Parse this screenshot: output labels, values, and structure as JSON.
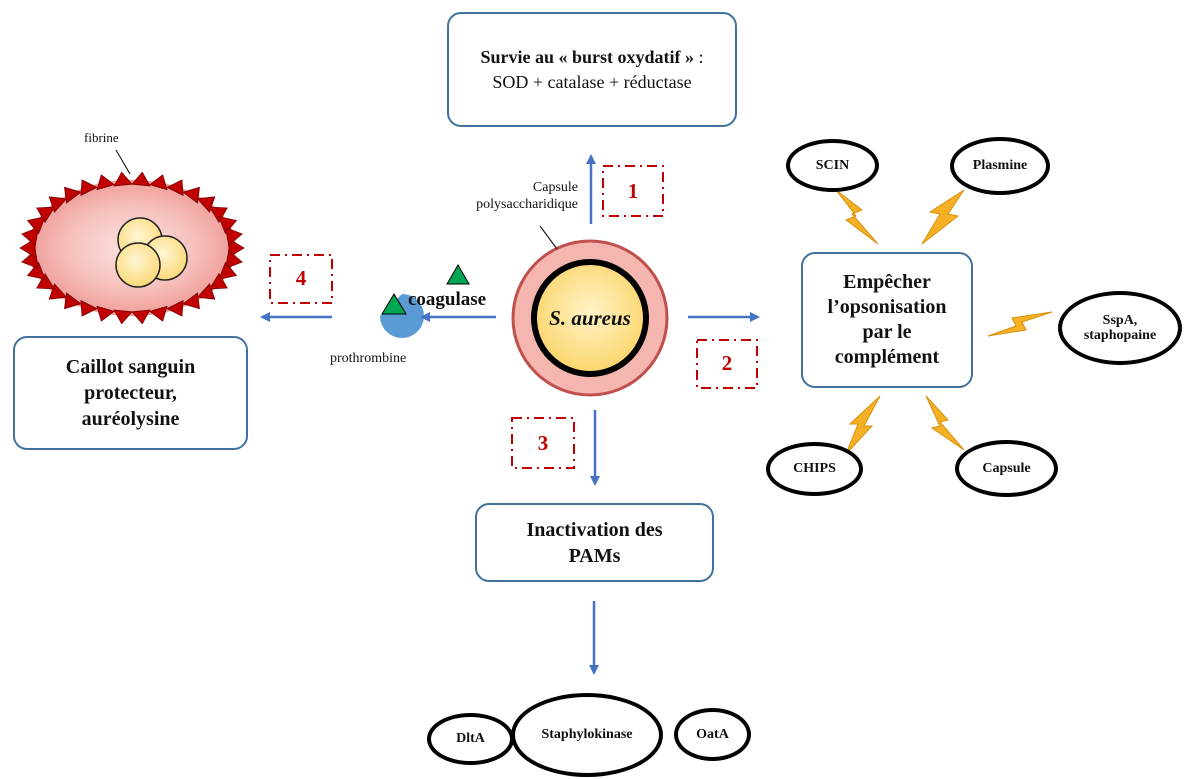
{
  "boxes": {
    "burst": {
      "bold": "Survie au « burst oxydatif »",
      "rest": " : SOD + catalase + réductase"
    },
    "complement": {
      "text": "Empêcher l’opsonisation par le complément"
    },
    "pams": {
      "text": "Inactivation des PAMs"
    },
    "clot": {
      "text": "Caillot sanguin protecteur, auréolysine"
    }
  },
  "labels": {
    "capsule": "Capsule polysaccharidique",
    "fibrine": "fibrine",
    "coagulase": "coagulase",
    "prothrombine": "prothrombine",
    "bacterium": "S. aureus"
  },
  "steps": [
    "1",
    "2",
    "3",
    "4"
  ],
  "complement_factors": {
    "scin": "SCIN",
    "plasmine": "Plasmine",
    "sspa": "SspA, staphopaine",
    "chips": "CHIPS",
    "capsule": "Capsule"
  },
  "pam_factors": {
    "dlta": "DltA",
    "staphylokinase": "Staphylokinase",
    "oata": "OatA"
  },
  "colors": {
    "box_border": "#41719c",
    "arrow": "#4472c4",
    "step_red": "#c00000",
    "lightning": "#f5b125",
    "capsule_fill": "#f4b6ae",
    "capsule_edge": "#c0504d",
    "bacterium_fill": "#fde9a0",
    "coagulase_green": "#00a651",
    "prothrombine_blue": "#5b9bd5",
    "fibrin_red": "#c00000",
    "clot_pink": "#f3a9a5"
  }
}
